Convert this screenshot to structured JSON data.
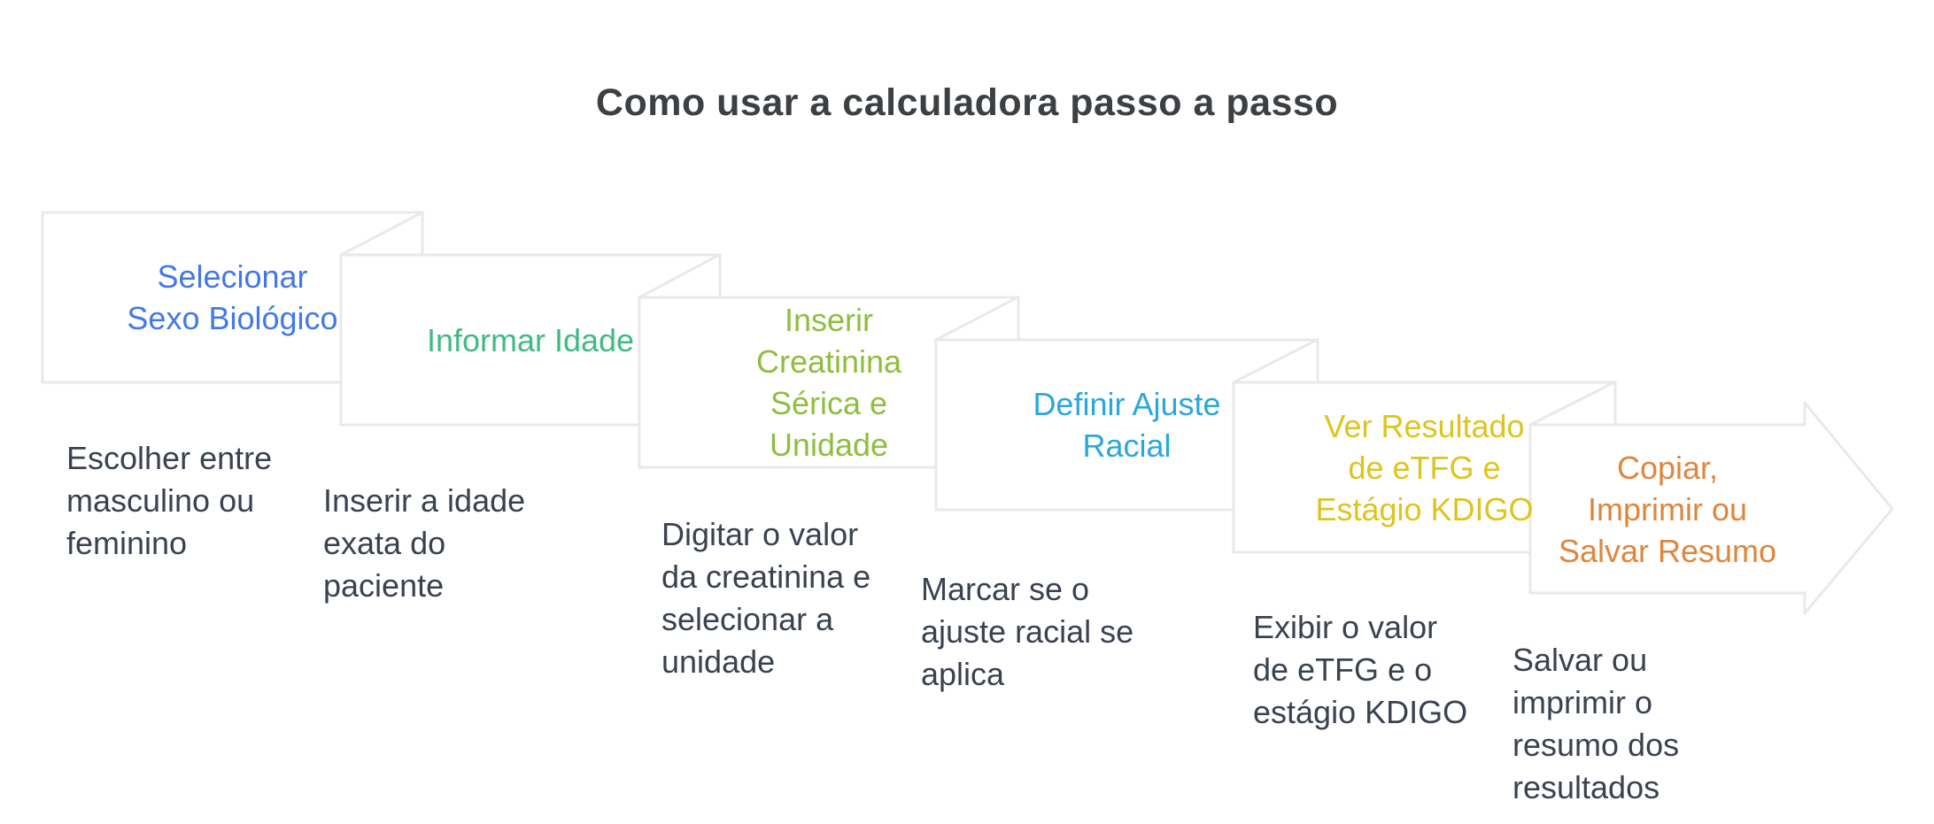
{
  "title": "Como usar a calculadora passo a passo",
  "colors": {
    "background": "#FFFFFF",
    "box_border": "#E9E9E9",
    "box_fill": "#FFFFFF",
    "title_text": "#3D4043",
    "description_text": "#3A4250"
  },
  "steps": [
    {
      "label": "Selecionar\nSexo Biológico",
      "description": "Escolher entre\nmasculino ou\nfeminino",
      "color": "#4379E6"
    },
    {
      "label": "Informar Idade",
      "description": "Inserir a idade\nexata do\npaciente",
      "color": "#41BA83"
    },
    {
      "label": "Inserir\nCreatinina\nSérica e\nUnidade",
      "description": "Digitar o valor\nda creatinina e\nselecionar a\nunidade",
      "color": "#8FBE3F"
    },
    {
      "label": "Definir Ajuste\nRacial",
      "description": "Marcar se o\najuste racial se\naplica",
      "color": "#2BA7DC"
    },
    {
      "label": "Ver Resultado\nde eTFG e\nEstágio KDIGO",
      "description": "Exibir o valor\nde eTFG e o\nestágio KDIGO",
      "color": "#DEC41F"
    },
    {
      "label": "Copiar,\nImprimir ou\nSalvar Resumo",
      "description": "Salvar ou\nimprimir o\nresumo dos\nresultados",
      "color": "#E0863C"
    }
  ]
}
